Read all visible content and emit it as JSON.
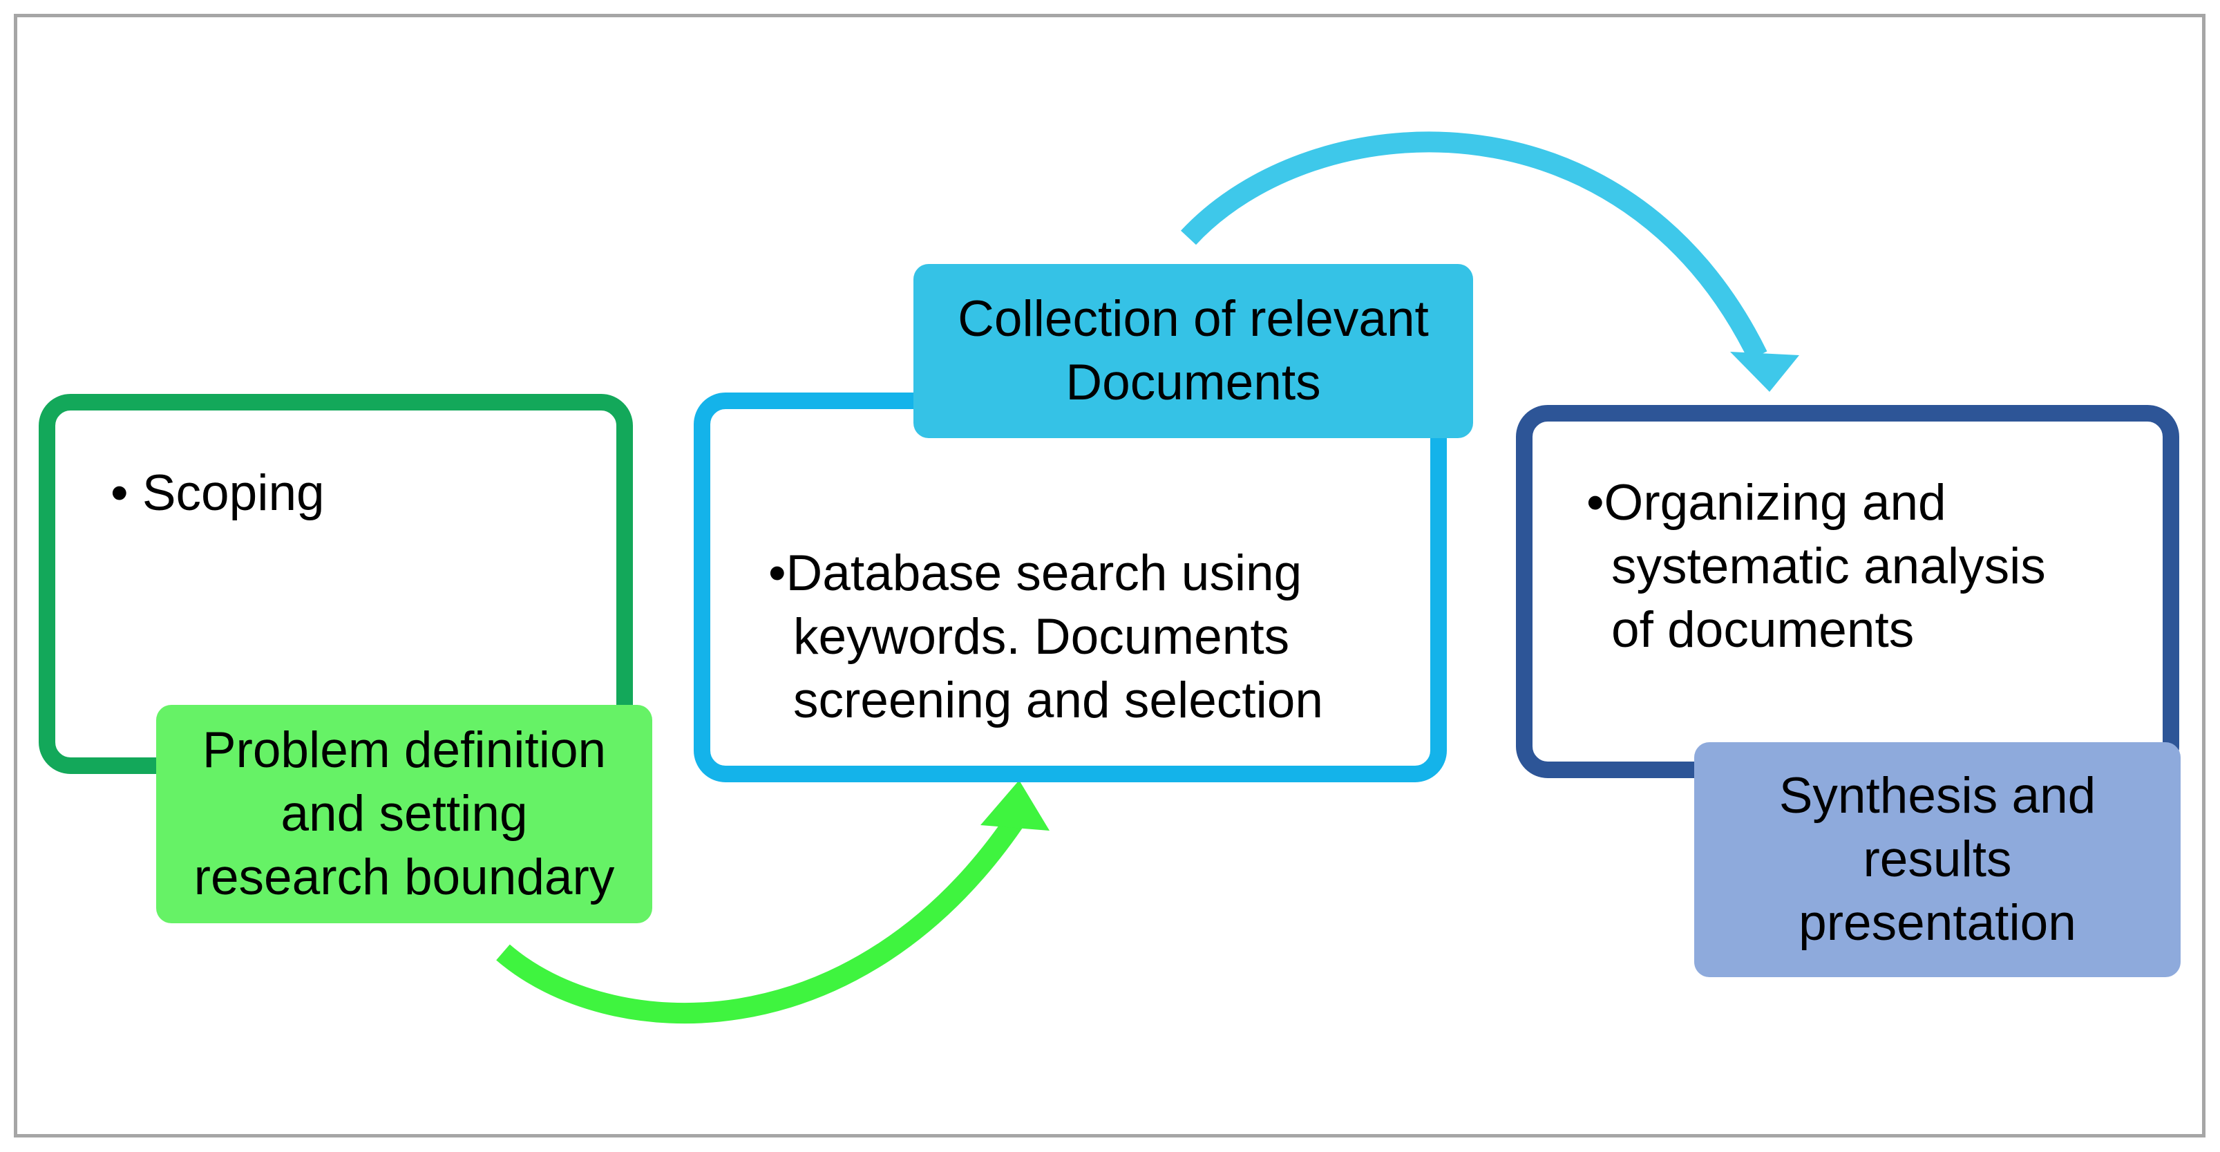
{
  "diagram": {
    "stages": [
      {
        "bullet": "• Scoping",
        "label_lines": [
          "Problem definition",
          "and setting",
          "research boundary"
        ]
      },
      {
        "bullet_lines": [
          "•Database search using",
          "keywords. Documents",
          "screening and selection"
        ],
        "label_lines": [
          "Collection of relevant",
          "Documents"
        ]
      },
      {
        "bullet_lines": [
          "•Organizing and",
          "systematic analysis",
          "of documents"
        ],
        "label_lines": [
          "Synthesis and",
          "results",
          "presentation"
        ]
      }
    ],
    "colors": {
      "stage1_outline": "#13a85a",
      "stage1_label_fill": "#66f266",
      "stage2_outline": "#14b3ea",
      "stage2_label_fill": "#35c2e6",
      "stage3_outline": "#2d5597",
      "stage3_label_fill": "#8eaadc",
      "arrow1": "#3ff43f",
      "arrow2": "#3ec8ea",
      "frame_border": "#a6a6a6"
    }
  }
}
